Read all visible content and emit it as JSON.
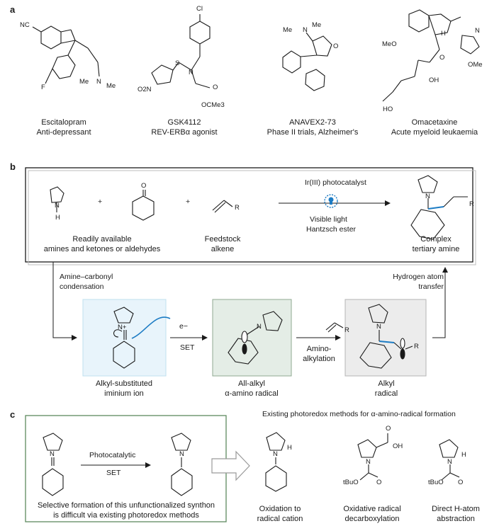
{
  "panel_a": {
    "letter": "a",
    "drugs": [
      {
        "name": "Escitalopram",
        "desc": "Anti-depressant"
      },
      {
        "name": "GSK4112",
        "desc": "REV-ERBα agonist"
      },
      {
        "name": "ANAVEX2-73",
        "desc": "Phase II trials, Alzheimer's"
      },
      {
        "name": "Omacetaxine",
        "desc": "Acute myeloid leukaemia"
      }
    ],
    "atom_labels": {
      "nc": "NC",
      "f": "F",
      "me1": "Me",
      "n1": "N",
      "me2": "Me",
      "cl": "Cl",
      "o2n": "O2N",
      "s": "S",
      "n2": "N",
      "o1": "O",
      "ocme3": "OCMe3",
      "me3": "Me",
      "n3": "N",
      "me4": "Me",
      "o3": "O",
      "meo": "MeO",
      "oh": "OH",
      "ho": "HO",
      "ome": "OMe",
      "h": "H",
      "n4": "N",
      "o4": "O"
    }
  },
  "panel_b": {
    "letter": "b",
    "catalyst": "Ir(III) photocatalyst",
    "conditions_1": "Visible light",
    "conditions_2": "Hantzsch ester",
    "reagent_1": "Readily available",
    "reagent_2": "amines and ketones or aldehydes",
    "alkene_1": "Feedstock",
    "alkene_2": "alkene",
    "product_1": "Complex",
    "product_2": "tertiary amine",
    "step_left_1": "Amine–carbonyl",
    "step_left_2": "condensation",
    "step_right_1": "Hydrogen atom",
    "step_right_2": "transfer",
    "set": "SET",
    "electron": "e−",
    "amino_1": "Amino-",
    "amino_2": "alkylation",
    "box1_1": "Alkyl-substituted",
    "box1_2": "iminium ion",
    "box2_1": "All-alkyl",
    "box2_2": "α-amino radical",
    "box3_1": "Alkyl",
    "box3_2": "radical",
    "plus": "+",
    "atom_h": "H",
    "atom_n": "N",
    "atom_o": "O",
    "atom_r": "R",
    "atom_np": "N+"
  },
  "panel_c": {
    "letter": "c",
    "header": "Existing photoredox methods for α-amino-radical formation",
    "arrow_top": "Photocatalytic",
    "arrow_bottom": "SET",
    "note_1": "Selective formation of this unfunctionalized synthon",
    "note_2": "is difficult via existing photoredox methods",
    "methods": [
      {
        "l1": "Oxidation to",
        "l2": "radical cation"
      },
      {
        "l1": "Oxidative radical",
        "l2": "decarboxylation"
      },
      {
        "l1": "Direct H-atom",
        "l2": "abstraction"
      }
    ],
    "tbuo": "tBuO",
    "atom_o": "O",
    "atom_oh": "OH",
    "atom_h": "H",
    "atom_n": "N"
  },
  "colors": {
    "box1": "#e8f4fb",
    "box1_border": "#bfe0ef",
    "box2": "#e4ede6",
    "box3": "#ececec",
    "panel_c_border": "#5d8a5f",
    "blue": "#1d7cc4",
    "arrow": "#9a9a9a"
  }
}
